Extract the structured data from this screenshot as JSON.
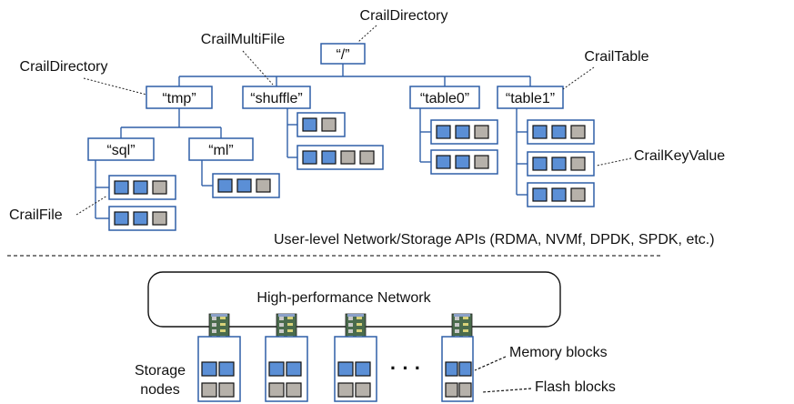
{
  "labels": {
    "root_dir": "CrailDirectory",
    "multifile": "CrailMultiFile",
    "dir_left": "CrailDirectory",
    "table": "CrailTable",
    "keyvalue": "CrailKeyValue",
    "file": "CrailFile",
    "apis": "User-level Network/Storage APIs (RDMA, NVMf, DPDK, SPDK, etc.)",
    "network": "High-performance Network",
    "storage_line1": "Storage",
    "storage_line2": "nodes",
    "memory_blocks": "Memory blocks",
    "flash_blocks": "Flash blocks",
    "ellipsis": "· · ·"
  },
  "tree": {
    "root": "“/”",
    "tmp": "“tmp”",
    "shuffle": "“shuffle”",
    "table0": "“table0”",
    "table1": "“table1”",
    "sql": "“sql”",
    "ml": "“ml”"
  },
  "colors": {
    "node_border": "#2f5fa7",
    "memory_block": "#5b8fd6",
    "flash_block": "#b6b1aa"
  }
}
